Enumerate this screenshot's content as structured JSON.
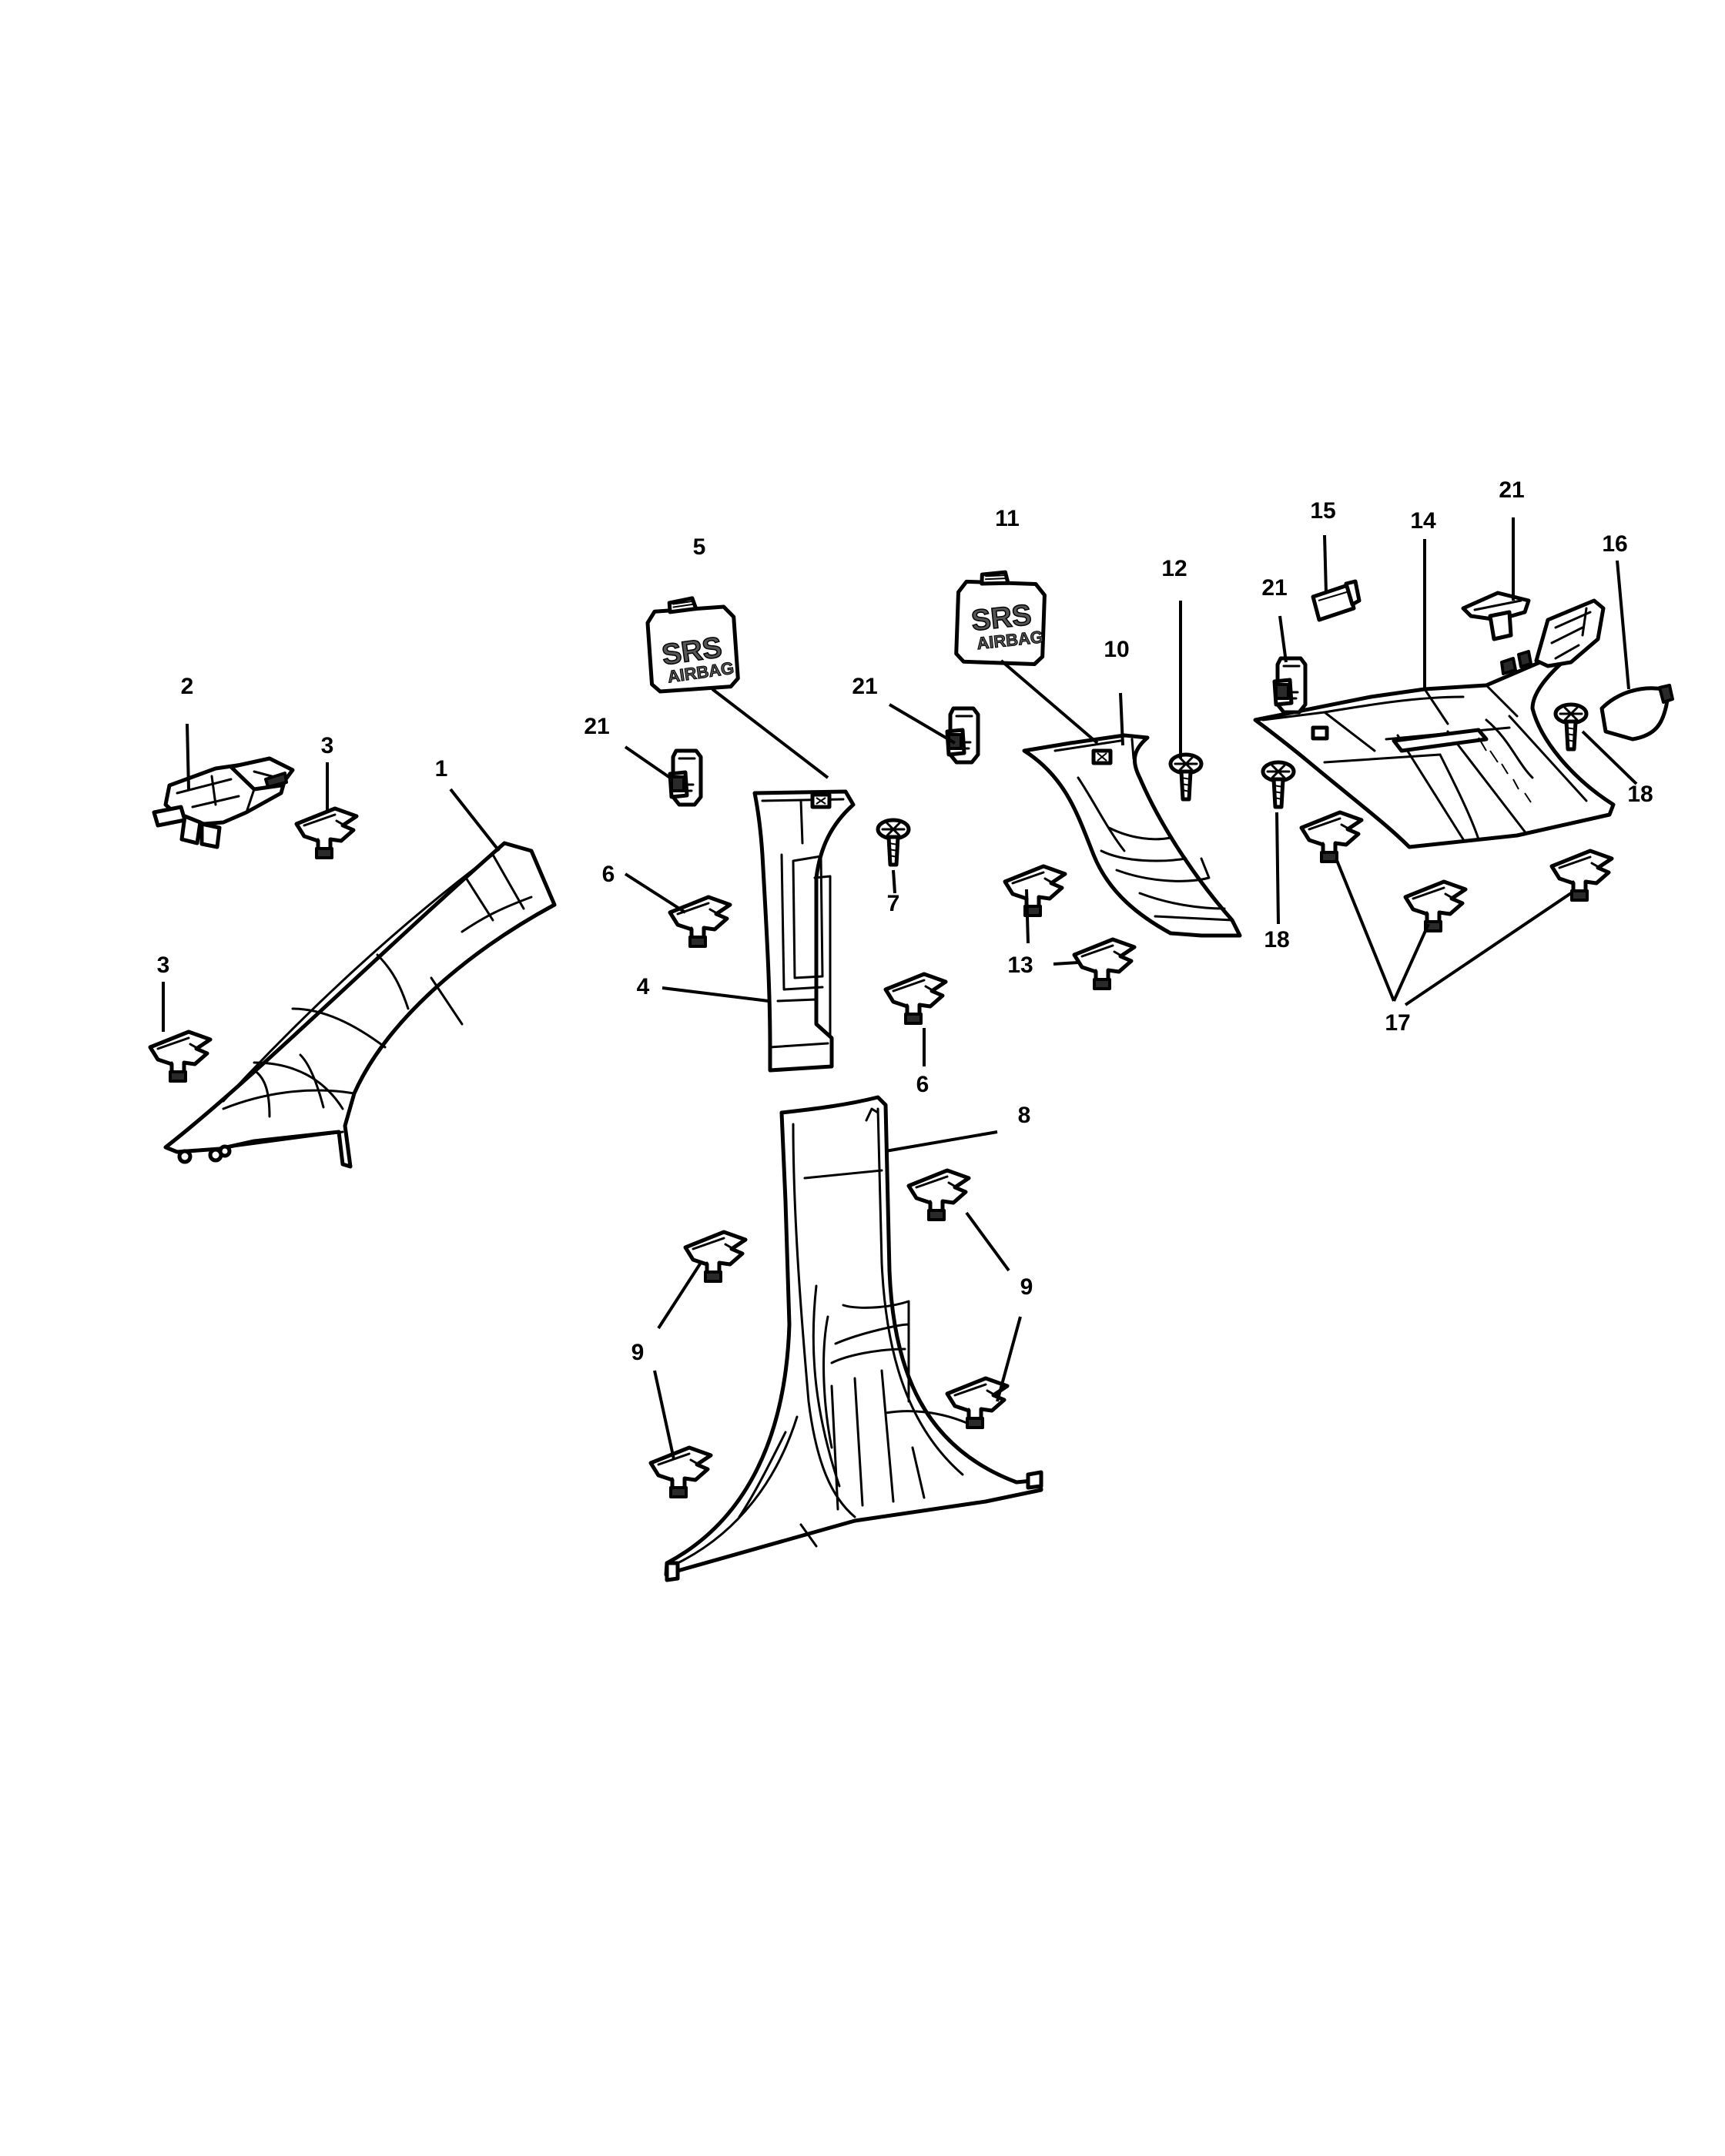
{
  "callouts": {
    "c1": "1",
    "c2": "2",
    "c3a": "3",
    "c3b": "3",
    "c4": "4",
    "c5": "5",
    "c6a": "6",
    "c6b": "6",
    "c7": "7",
    "c8": "8",
    "c9a": "9",
    "c9b": "9",
    "c10": "10",
    "c11": "11",
    "c12": "12",
    "c13": "13",
    "c14": "14",
    "c15": "15",
    "c16": "16",
    "c17": "17",
    "c18a": "18",
    "c18b": "18",
    "c21a": "21",
    "c21b": "21",
    "c21c": "21",
    "c21d": "21"
  },
  "badges": {
    "badge_left_main": "SRS",
    "badge_left_sub": "AIRBAG",
    "badge_right_main": "SRS",
    "badge_right_sub": "AIRBAG"
  },
  "colors": {
    "line": "#000000",
    "fill": "#ffffff",
    "badge_text": "#555555"
  },
  "icons": {
    "clip": "push-clip-icon",
    "screw": "screw-icon",
    "badge": "srs-airbag-badge-icon"
  }
}
